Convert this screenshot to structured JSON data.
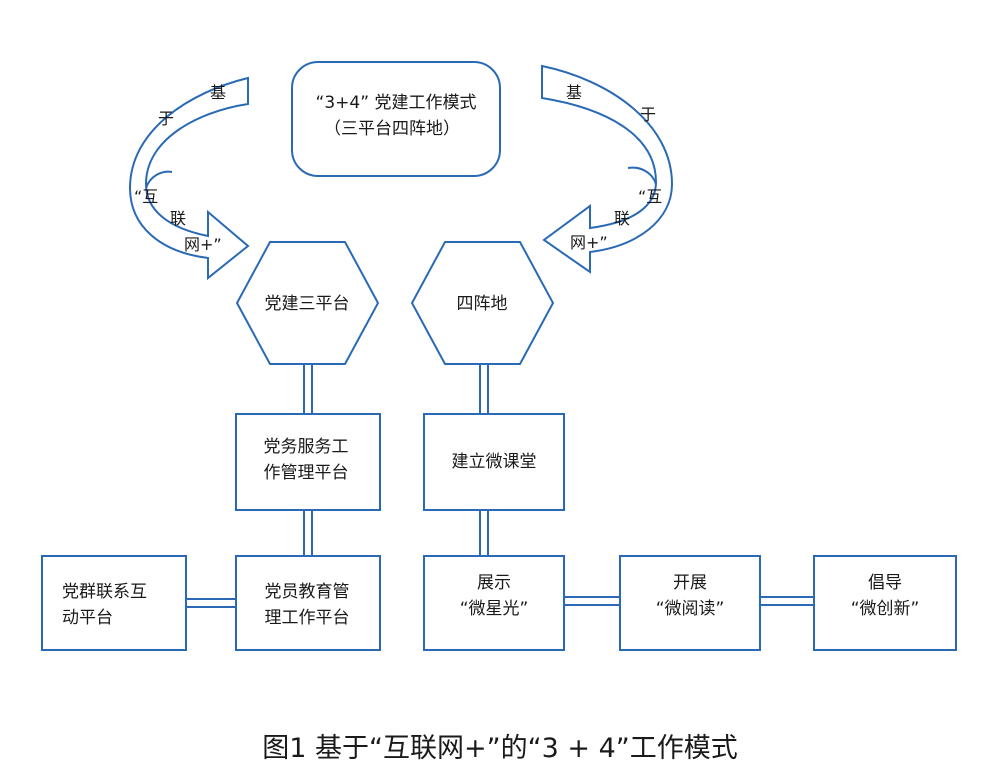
{
  "colors": {
    "stroke": "#2a6ab5",
    "text": "#1a1a1a",
    "background": "#ffffff"
  },
  "center_box": {
    "line1": "“3+4” 党建工作模式",
    "line2": "（三平台四阵地）"
  },
  "left_arrow": {
    "chars": [
      "基",
      "于",
      "“互",
      "联",
      "网+”"
    ]
  },
  "right_arrow": {
    "chars": [
      "基",
      "于",
      "“互",
      "联",
      "网+”"
    ]
  },
  "hex_left": {
    "label": "党建三平台"
  },
  "hex_right": {
    "label": "四阵地"
  },
  "box_service": {
    "line1": "党务服务工",
    "line2": "作管理平台"
  },
  "box_weiketang": {
    "label": "建立微课堂"
  },
  "box_qunlian": {
    "line1": "党群联系互",
    "line2": "动平台"
  },
  "box_jiaoyu": {
    "line1": "党员教育管",
    "line2": "理工作平台"
  },
  "box_xingguang": {
    "line1": "展示",
    "line2": "“微星光”"
  },
  "box_yuedu": {
    "line1": "开展",
    "line2": "“微阅读”"
  },
  "box_chuangxin": {
    "line1": "倡导",
    "line2": "“微创新”"
  },
  "caption": "图1  基于“互联网+”的“3 + 4”工作模式"
}
